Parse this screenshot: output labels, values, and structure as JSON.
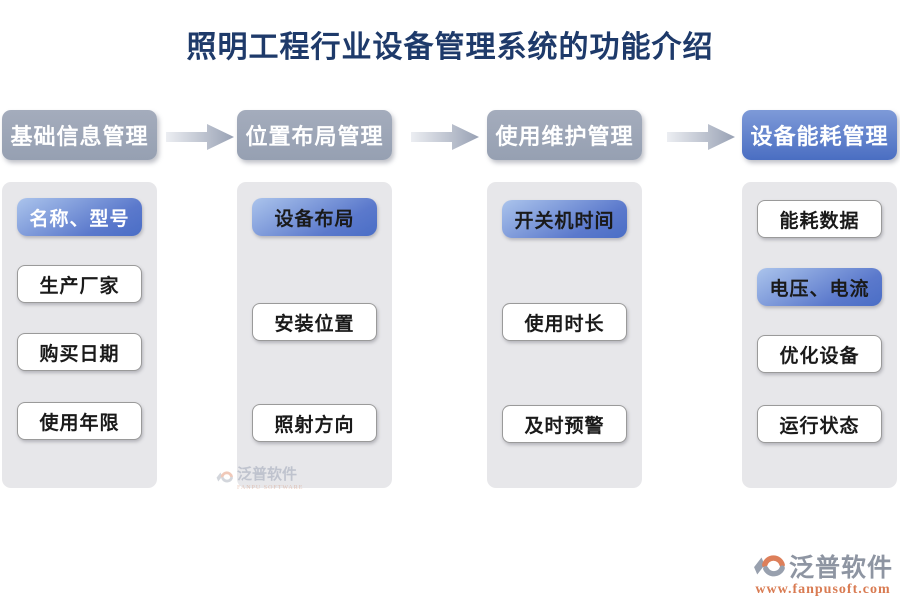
{
  "title": "照明工程行业设备管理系统的功能介绍",
  "colors": {
    "title_text": "#1e3a6a",
    "header_gray": "#96a0b2",
    "header_blue": "#4a6ec2",
    "item_blue_gradient_light": "#abc4ec",
    "item_blue_gradient_dark": "#4a6ec6",
    "panel_background": "#e7e7ea",
    "arrow_gradient_end": "#98a1b4",
    "watermark_url_orange": "#d97b52"
  },
  "columns": [
    {
      "header": "基础信息管理",
      "header_style": "gray",
      "items": [
        {
          "label": "名称、型号",
          "style": "blue-highlight"
        },
        {
          "label": "生产厂家",
          "style": "white"
        },
        {
          "label": "购买日期",
          "style": "white"
        },
        {
          "label": "使用年限",
          "style": "white"
        }
      ]
    },
    {
      "header": "位置布局管理",
      "header_style": "gray",
      "items": [
        {
          "label": "设备布局",
          "style": "blue-highlight"
        },
        {
          "label": "安装位置",
          "style": "white"
        },
        {
          "label": "照射方向",
          "style": "white"
        }
      ]
    },
    {
      "header": "使用维护管理",
      "header_style": "gray",
      "items": [
        {
          "label": "开关机时间",
          "style": "blue-highlight"
        },
        {
          "label": "使用时长",
          "style": "white"
        },
        {
          "label": "及时预警",
          "style": "white"
        }
      ]
    },
    {
      "header": "设备能耗管理",
      "header_style": "blue",
      "items": [
        {
          "label": "能耗数据",
          "style": "white"
        },
        {
          "label": "电压、电流",
          "style": "blue-highlight"
        },
        {
          "label": "优化设备",
          "style": "white"
        },
        {
          "label": "运行状态",
          "style": "white"
        }
      ]
    }
  ],
  "watermark_center": {
    "brand": "泛普软件",
    "sub": "FANPU SOFTWARE"
  },
  "watermark_corner": {
    "brand": "泛普软件",
    "url": "www.fanpusoft.com"
  }
}
